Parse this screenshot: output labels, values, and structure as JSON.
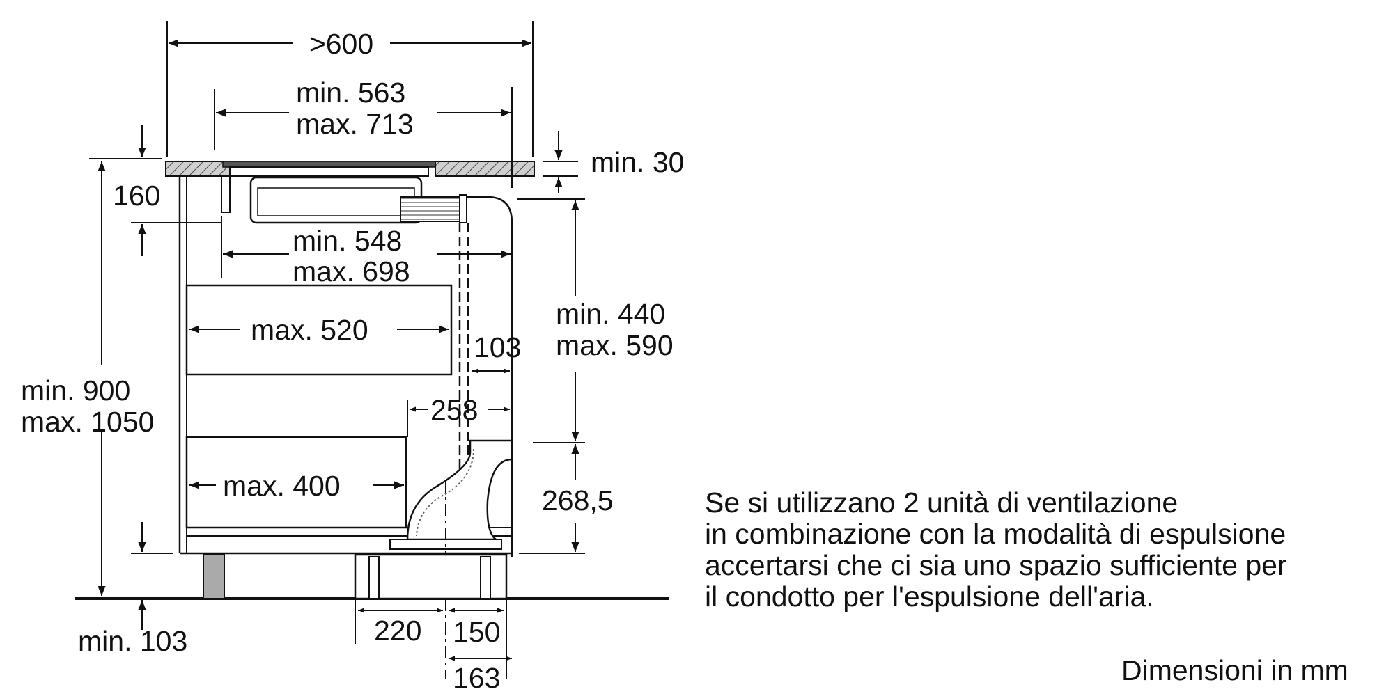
{
  "dimensions": {
    "width_outer": ">600",
    "cutout_min": "min. 563",
    "cutout_max": "max. 713",
    "worktop_min": "min. 30",
    "depth_top": "160",
    "inner_min": "min. 548",
    "inner_max": "max. 698",
    "drawer_upper": "max. 520",
    "gap_103": "103",
    "height_min": "min. 900",
    "height_max": "max. 1050",
    "duct_min": "min. 440",
    "duct_max": "max. 590",
    "width_258": "258",
    "drawer_lower": "max. 400",
    "height_268": "268,5",
    "plinth_min": "min. 103",
    "base_220": "220",
    "base_150": "150",
    "base_163": "163"
  },
  "note": {
    "line1": "Se si utilizzano 2 unità di ventilazione",
    "line2": "in combinazione con la modalità di espulsione",
    "line3": "accertarsi che ci sia uno spazio sufficiente per",
    "line4": "il condotto per l'espulsione dell'aria."
  },
  "units_label": "Dimensioni in mm"
}
